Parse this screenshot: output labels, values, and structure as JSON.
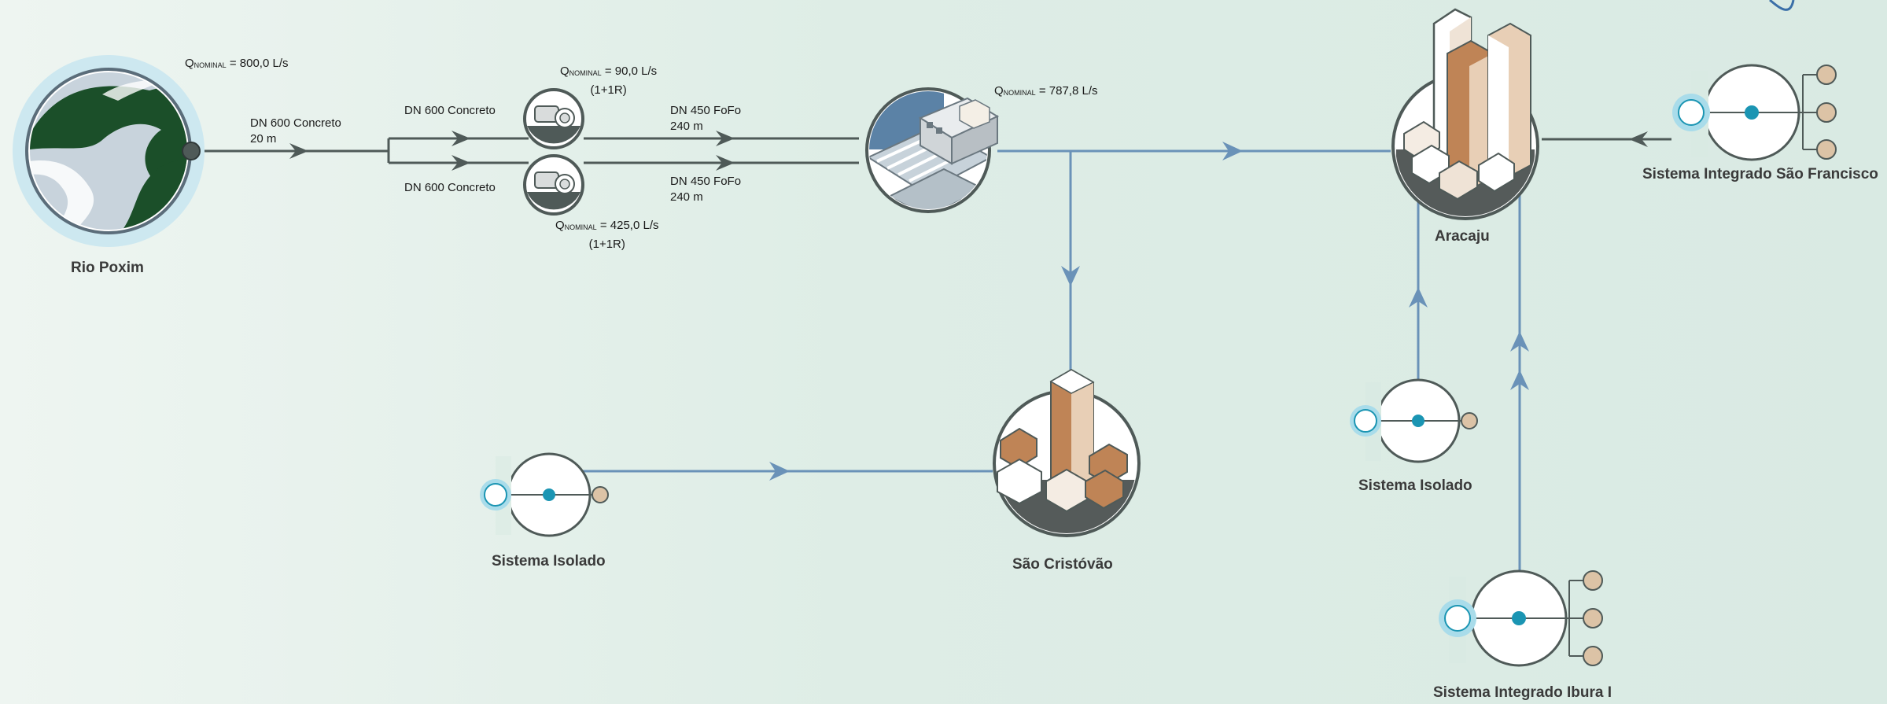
{
  "nodes": {
    "rio_poxim": "Rio Poxim",
    "aracaju": "Aracaju",
    "sao_cristovao": "São Cristóvão",
    "sistema_isolado_left": "Sistema Isolado",
    "sistema_isolado_right": "Sistema Isolado",
    "sistema_sao_francisco": "Sistema Integrado São Francisco",
    "sistema_ibura": "Sistema Integrado Ibura I"
  },
  "labels": {
    "q_symbol": "Q",
    "q_subscript": "NOMINAL",
    "q_intake": " = 800,0 L/s",
    "q_pump_top": " = 90,0 L/s",
    "q_pump_top_note": "(1+1R)",
    "q_pump_bottom": " = 425,0 L/s",
    "q_pump_bottom_note": "(1+1R)",
    "q_treatment": " = 787,8 L/s",
    "pipe_intake": "DN 600 Concreto",
    "pipe_intake_len": "20 m",
    "pipe_top_in": "DN 600 Concreto",
    "pipe_bottom_in": "DN 600 Concreto",
    "pipe_top_out": "DN 450 FoFo",
    "pipe_top_out_len": "240 m",
    "pipe_bottom_out": "DN 450 FoFo",
    "pipe_bottom_out_len": "240 m"
  },
  "colors": {
    "raw_pipe": "#4f5a58",
    "treated_pipe": "#6a92b8",
    "dark_green": "#1b4f29",
    "river": "#c8d3dc",
    "building_brown": "#bf8456",
    "building_light": "#e8cfb6",
    "ring_cyan": "#a9dcea",
    "dot_teal": "#1b95b3",
    "tan": "#dcc3a6"
  }
}
